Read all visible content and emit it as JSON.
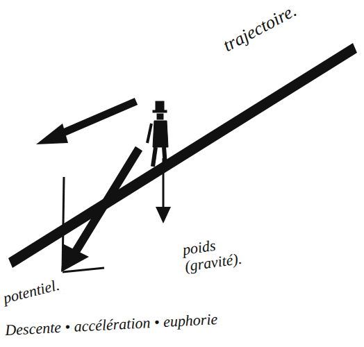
{
  "diagram": {
    "labels": [
      "trajectoire.",
      "poids (gravité).",
      "potentiel.",
      "Descente • accélération • euphorie"
    ]
  }
}
